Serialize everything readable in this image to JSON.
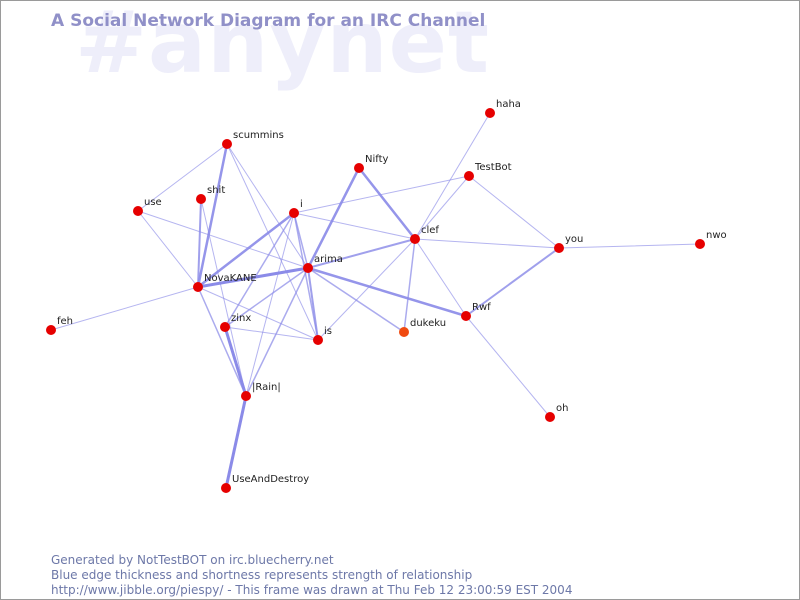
{
  "watermark": "#anynet",
  "title": "A Social Network Diagram for an IRC Channel",
  "footer": {
    "line1": "Generated by NotTestBOT on irc.bluecherry.net",
    "line2": "Blue edge thickness and shortness represents strength of relationship",
    "line3": "http://www.jibble.org/piespy/ - This frame was drawn at Thu Feb 12 23:00:59 EST 2004"
  },
  "colors": {
    "node": "#e60000",
    "node_highlight": "#f04a10",
    "edge": "#8a8ae8"
  },
  "graph": {
    "nodes": [
      {
        "id": "haha",
        "label": "haha"
      },
      {
        "id": "scummins",
        "label": "scummins"
      },
      {
        "id": "nifty",
        "label": "Nifty"
      },
      {
        "id": "testbot",
        "label": "TestBot"
      },
      {
        "id": "use",
        "label": "use"
      },
      {
        "id": "shit",
        "label": "shit"
      },
      {
        "id": "i",
        "label": "i"
      },
      {
        "id": "clef",
        "label": "clef"
      },
      {
        "id": "you",
        "label": "you"
      },
      {
        "id": "nwo",
        "label": "nwo"
      },
      {
        "id": "arima",
        "label": "arima"
      },
      {
        "id": "novakane",
        "label": "NovaKANE"
      },
      {
        "id": "rwf",
        "label": "Rwf"
      },
      {
        "id": "feh",
        "label": "feh"
      },
      {
        "id": "zinx",
        "label": "zinx"
      },
      {
        "id": "dukeku",
        "label": "dukeku"
      },
      {
        "id": "is",
        "label": "is"
      },
      {
        "id": "rain",
        "label": "|Rain|"
      },
      {
        "id": "oh",
        "label": "oh"
      },
      {
        "id": "useanddestroy",
        "label": "UseAndDestroy"
      }
    ],
    "edges": [
      {
        "from": "scummins",
        "to": "novakane",
        "weight": 2.5
      },
      {
        "from": "scummins",
        "to": "use",
        "weight": 1
      },
      {
        "from": "scummins",
        "to": "arima",
        "weight": 1
      },
      {
        "from": "scummins",
        "to": "is",
        "weight": 1
      },
      {
        "from": "use",
        "to": "novakane",
        "weight": 1
      },
      {
        "from": "use",
        "to": "arima",
        "weight": 1
      },
      {
        "from": "shit",
        "to": "novakane",
        "weight": 2
      },
      {
        "from": "shit",
        "to": "rain",
        "weight": 1
      },
      {
        "from": "i",
        "to": "novakane",
        "weight": 2.5
      },
      {
        "from": "i",
        "to": "zinx",
        "weight": 1.5
      },
      {
        "from": "i",
        "to": "testbot",
        "weight": 1
      },
      {
        "from": "i",
        "to": "clef",
        "weight": 1
      },
      {
        "from": "i",
        "to": "is",
        "weight": 1.5
      },
      {
        "from": "i",
        "to": "rain",
        "weight": 1
      },
      {
        "from": "arima",
        "to": "novakane",
        "weight": 3
      },
      {
        "from": "arima",
        "to": "nifty",
        "weight": 2.5
      },
      {
        "from": "arima",
        "to": "clef",
        "weight": 2
      },
      {
        "from": "arima",
        "to": "rwf",
        "weight": 2.5
      },
      {
        "from": "arima",
        "to": "dukeku",
        "weight": 1.5
      },
      {
        "from": "arima",
        "to": "zinx",
        "weight": 1.5
      },
      {
        "from": "arima",
        "to": "is",
        "weight": 2
      },
      {
        "from": "arima",
        "to": "rain",
        "weight": 1.5
      },
      {
        "from": "arima",
        "to": "i",
        "weight": 1.5
      },
      {
        "from": "nifty",
        "to": "clef",
        "weight": 2.5
      },
      {
        "from": "clef",
        "to": "dukeku",
        "weight": 1.5
      },
      {
        "from": "clef",
        "to": "testbot",
        "weight": 1
      },
      {
        "from": "clef",
        "to": "you",
        "weight": 1
      },
      {
        "from": "clef",
        "to": "is",
        "weight": 1
      },
      {
        "from": "clef",
        "to": "rwf",
        "weight": 1
      },
      {
        "from": "clef",
        "to": "haha",
        "weight": 1
      },
      {
        "from": "you",
        "to": "testbot",
        "weight": 1
      },
      {
        "from": "you",
        "to": "nwo",
        "weight": 1
      },
      {
        "from": "you",
        "to": "rwf",
        "weight": 2
      },
      {
        "from": "rwf",
        "to": "oh",
        "weight": 1
      },
      {
        "from": "novakane",
        "to": "feh",
        "weight": 1
      },
      {
        "from": "novakane",
        "to": "rain",
        "weight": 1.5
      },
      {
        "from": "novakane",
        "to": "is",
        "weight": 1
      },
      {
        "from": "zinx",
        "to": "rain",
        "weight": 3
      },
      {
        "from": "zinx",
        "to": "is",
        "weight": 1
      },
      {
        "from": "rain",
        "to": "useanddestroy",
        "weight": 3
      }
    ]
  }
}
